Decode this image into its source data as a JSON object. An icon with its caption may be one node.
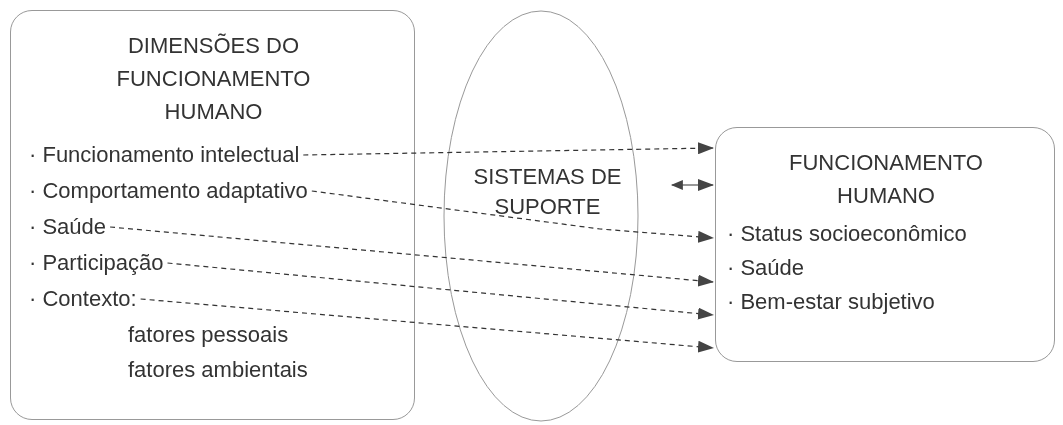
{
  "diagram": {
    "nodes": [
      {
        "text": [
          "DIMENSÕES DO FUNCIONAMENTO HUMANO"
        ]
      },
      {
        "text": [
          "· Funcionamento intelectual"
        ],
        "in": 0
      },
      {
        "text": [
          "· Comportamento adaptativo"
        ],
        "in": 0
      },
      {
        "text": [
          "· Saúde"
        ],
        "in": 0
      },
      {
        "text": [
          "· Participação"
        ],
        "in": 0
      },
      {
        "text": [
          "· Contexto:"
        ],
        "in": 0
      },
      {
        "text": [
          "SISTEMAS DE SUPORTE"
        ]
      },
      {
        "text": [
          "FUNCIONAMENTO HUMANO"
        ]
      },
      {
        "text": [
          "· Status socioeconômico"
        ],
        "in": 7
      },
      {
        "text": [
          "· Saúde"
        ],
        "in": 7
      },
      {
        "text": [
          "· Bem-estar subjetivo"
        ],
        "in": 7
      }
    ],
    "edges": [
      {
        "from": 1,
        "to": 7,
        "arrow": "to",
        "style": "dashed"
      },
      {
        "from": 2,
        "to": 7,
        "arrow": "to",
        "style": "dashed"
      },
      {
        "from": 3,
        "to": 7,
        "arrow": "to",
        "style": "dashed"
      },
      {
        "from": 4,
        "to": 7,
        "arrow": "to",
        "style": "dashed"
      },
      {
        "from": 5,
        "to": 7,
        "arrow": "to",
        "style": "dashed"
      },
      {
        "from": 6,
        "to": 7,
        "arrow": "both"
      }
    ],
    "labels": [
      "fatores pessoais",
      "fatores ambientais"
    ]
  }
}
